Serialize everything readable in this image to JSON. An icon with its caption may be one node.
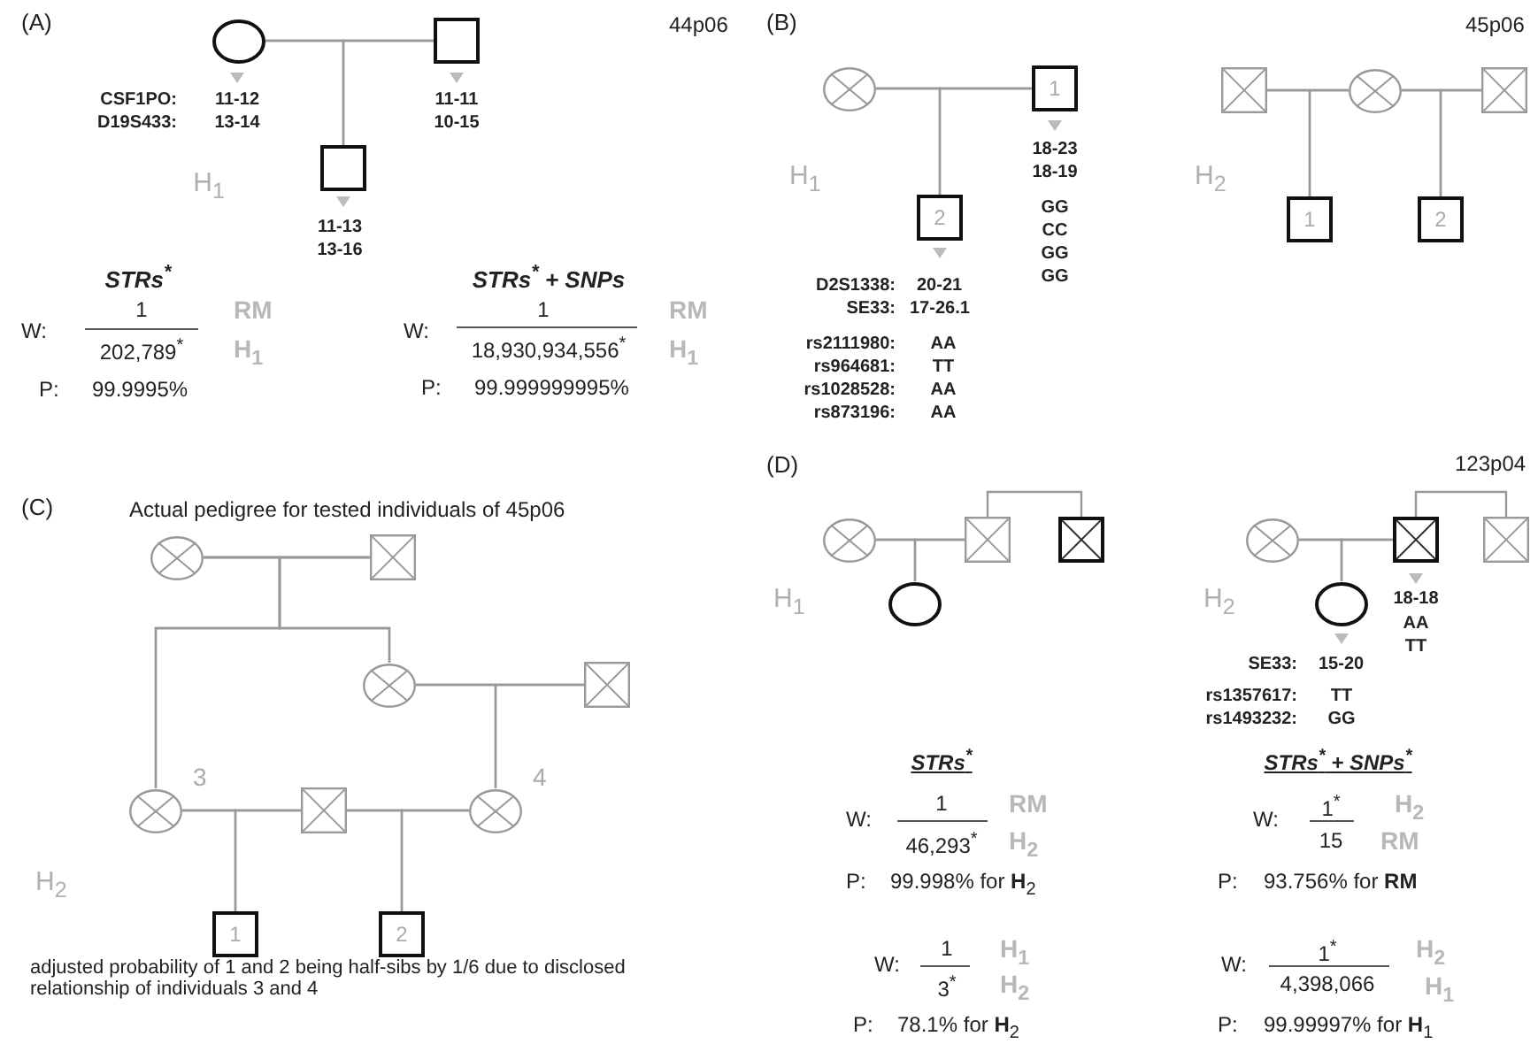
{
  "diagram": {
    "nodes": [
      {
        "text": [],
        "shape": "circle"
      },
      {
        "text": [],
        "shape": "box"
      },
      {
        "text": [],
        "shape": "box"
      },
      {
        "text": [],
        "shape": "circle"
      },
      {
        "text": [
          "1"
        ]
      },
      {
        "text": [
          "2"
        ]
      },
      {
        "text": [],
        "shape": "box"
      },
      {
        "text": [],
        "shape": "circle"
      },
      {
        "text": [],
        "shape": "box"
      },
      {
        "text": [
          "1"
        ]
      },
      {
        "text": [
          "2"
        ]
      },
      {
        "text": [],
        "shape": "circle"
      },
      {
        "text": [],
        "shape": "box"
      },
      {
        "text": [],
        "shape": "circle"
      },
      {
        "text": [],
        "shape": "box"
      },
      {
        "text": [],
        "shape": "circle",
        "beside": [
          "3"
        ]
      },
      {
        "text": [],
        "shape": "box"
      },
      {
        "text": [],
        "shape": "circle",
        "beside": [
          "4"
        ]
      },
      {
        "text": [
          "1"
        ]
      },
      {
        "text": [
          "2"
        ]
      },
      {
        "text": [],
        "shape": "circle"
      },
      {
        "text": [],
        "shape": "box"
      },
      {
        "text": [],
        "shape": "box"
      },
      {
        "text": [],
        "shape": "circle"
      },
      {
        "text": [],
        "shape": "circle"
      },
      {
        "text": [],
        "shape": "box"
      },
      {
        "text": [],
        "shape": "box"
      },
      {
        "text": [],
        "shape": "circle"
      }
    ],
    "edges": [
      {
        "from": 0,
        "to": 1,
        "arrow": "none"
      },
      {
        "from": 0,
        "to": 2,
        "arrow": "none"
      },
      {
        "from": 1,
        "to": 2,
        "arrow": "none"
      },
      {
        "from": 3,
        "to": 4,
        "arrow": "none"
      },
      {
        "from": 3,
        "to": 5,
        "arrow": "none"
      },
      {
        "from": 4,
        "to": 5,
        "arrow": "none"
      },
      {
        "from": 6,
        "to": 7,
        "arrow": "none"
      },
      {
        "from": 7,
        "to": 8,
        "arrow": "none"
      },
      {
        "from": 6,
        "to": 9,
        "arrow": "none"
      },
      {
        "from": 7,
        "to": 9,
        "arrow": "none"
      },
      {
        "from": 7,
        "to": 10,
        "arrow": "none"
      },
      {
        "from": 8,
        "to": 10,
        "arrow": "none"
      },
      {
        "from": 11,
        "to": 12,
        "arrow": "none"
      },
      {
        "from": 11,
        "to": 15,
        "arrow": "none"
      },
      {
        "from": 12,
        "to": 15,
        "arrow": "none"
      },
      {
        "from": 11,
        "to": 13,
        "arrow": "none"
      },
      {
        "from": 12,
        "to": 13,
        "arrow": "none"
      },
      {
        "from": 13,
        "to": 14,
        "arrow": "none"
      },
      {
        "from": 13,
        "to": 17,
        "arrow": "none"
      },
      {
        "from": 14,
        "to": 17,
        "arrow": "none"
      },
      {
        "from": 15,
        "to": 16,
        "arrow": "none"
      },
      {
        "from": 16,
        "to": 17,
        "arrow": "none"
      },
      {
        "from": 15,
        "to": 18,
        "arrow": "none"
      },
      {
        "from": 16,
        "to": 18,
        "arrow": "none"
      },
      {
        "from": 16,
        "to": 19,
        "arrow": "none"
      },
      {
        "from": 17,
        "to": 19,
        "arrow": "none"
      },
      {
        "from": 20,
        "to": 21,
        "arrow": "none"
      },
      {
        "from": 20,
        "to": 23,
        "arrow": "none"
      },
      {
        "from": 21,
        "to": 23,
        "arrow": "none"
      },
      {
        "from": 21,
        "to": 22,
        "arrow": "none"
      },
      {
        "from": 24,
        "to": 25,
        "arrow": "none"
      },
      {
        "from": 24,
        "to": 27,
        "arrow": "none"
      },
      {
        "from": 25,
        "to": 27,
        "arrow": "none"
      },
      {
        "from": 25,
        "to": 26,
        "arrow": "none"
      }
    ],
    "labels": [
      "(A)",
      "44p06",
      "CSF1PO:",
      "D19S433:",
      "11-12",
      "13-14",
      "11-11",
      "10-15",
      "H$_{1}$",
      "11-13",
      "13-16",
      "STRs$^{*}$",
      "W:",
      "1",
      "202,789$^{*}$",
      "RM",
      "H$_{1}$",
      "P:",
      "99.9995%",
      "STRs$^{*}$ + SNPs",
      "W:",
      "1",
      "18,930,934,556$^{*}$",
      "RM",
      "H$_{1}$",
      "P:",
      "99.999999995%",
      "(B)",
      "45p06",
      "H$_{1}$",
      "18-23",
      "18-19",
      "GG",
      "CC",
      "GG",
      "GG",
      "D2S1338:",
      "20-21",
      "SE33:",
      "17-26.1",
      "rs2111980:",
      "AA",
      "rs964681:",
      "TT",
      "rs1028528:",
      "AA",
      "rs873196:",
      "AA",
      "H$_{2}$",
      "(C)",
      "Actual pedigree for tested individuals of 45p06",
      "H$_{2}$",
      "adjusted probability of 1 and 2 being half-sibs by 1/6 due to disclosed relationship of individuals 3 and 4",
      "(D)",
      "123p04",
      "H$_{1}$",
      "H$_{2}$",
      "18-18",
      "AA",
      "TT",
      "SE33:",
      "15-20",
      "rs1357617:",
      "TT",
      "rs1493232:",
      "GG",
      "STRs$^{*}$",
      "STRs$^{*}$ + SNPs$^{*}$",
      "W:",
      "1",
      "46,293$^{*}$",
      "RM",
      "H$_{2}$",
      "P:",
      "99.998%  for **H**$_{2}$",
      "W:",
      "1",
      "3$^{*}$",
      "H$_{1}$",
      "H$_{2}$",
      "P:",
      "78.1%  for **H**$_{2}$",
      "W:",
      "1$^{*}$",
      "15",
      "H$_{2}$",
      "RM",
      "P:",
      "93.756%  for **RM**",
      "W:",
      "1$^{*}$",
      "4,398,066",
      "H$_{2}$",
      "H$_{1}$",
      "P:",
      "99.99997%  for **H**$_{1}$"
    ]
  }
}
